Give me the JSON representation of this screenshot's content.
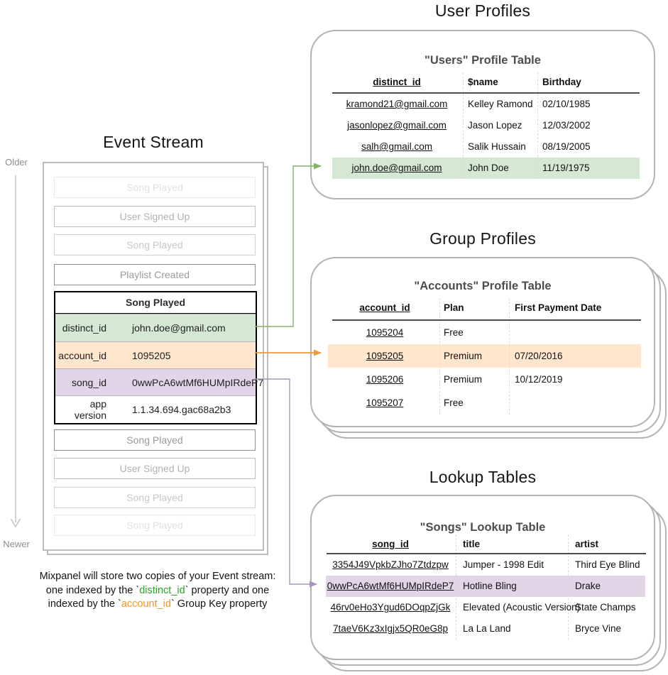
{
  "section_titles": {
    "event_stream": "Event Stream",
    "user_profiles": "User Profiles",
    "group_profiles": "Group Profiles",
    "lookup_tables": "Lookup Tables"
  },
  "timeline": {
    "older_label": "Older",
    "newer_label": "Newer"
  },
  "event_stream": {
    "items": [
      {
        "type": "simple",
        "label": "Song Played",
        "fade": 3
      },
      {
        "type": "simple",
        "label": "User Signed Up",
        "fade": 1
      },
      {
        "type": "simple",
        "label": "Song Played",
        "fade": 2
      },
      {
        "type": "simple",
        "label": "Playlist Created",
        "fade": 0
      },
      {
        "type": "expanded",
        "title": "Song Played",
        "properties": [
          {
            "key": "distinct_id",
            "value": "john.doe@gmail.com",
            "highlight": "green"
          },
          {
            "key": "account_id",
            "value": "1095205",
            "highlight": "orange"
          },
          {
            "key": "song_id",
            "value": "0wwPcA6wtMf6HUMpIRdeP7",
            "highlight": "purple"
          },
          {
            "key": "app version",
            "value": "1.1.34.694.gac68a2b3",
            "highlight": null
          }
        ]
      },
      {
        "type": "simple",
        "label": "Song Played",
        "fade": 0
      },
      {
        "type": "simple",
        "label": "User Signed Up",
        "fade": 1
      },
      {
        "type": "simple",
        "label": "Song Played",
        "fade": 2
      },
      {
        "type": "simple",
        "label": "Song Played",
        "fade": 3
      }
    ]
  },
  "caption": {
    "lines": [
      [
        {
          "text": "Mixpanel will store two copies of your Event stream:"
        }
      ],
      [
        {
          "text": "one indexed by the `"
        },
        {
          "text": "distinct_id",
          "color": "green"
        },
        {
          "text": "` property and one"
        }
      ],
      [
        {
          "text": "indexed by the `"
        },
        {
          "text": "account_id",
          "color": "orange"
        },
        {
          "text": "` Group Key property"
        }
      ]
    ]
  },
  "tables": {
    "users": {
      "card_title": "\"Users\" Profile Table",
      "headers": [
        "distinct_id",
        "$name",
        "Birthday"
      ],
      "rows": [
        [
          "kramond21@gmail.com",
          "Kelley Ramond",
          "02/10/1985"
        ],
        [
          "jasonlopez@gmail.com",
          "Jason Lopez",
          "12/03/2002"
        ],
        [
          "salh@gmail.com",
          "Salik Hussain",
          "08/19/2005"
        ],
        [
          "john.doe@gmail.com",
          "John Doe",
          "11/19/1975"
        ]
      ],
      "highlight_row": 3,
      "highlight_color": "green"
    },
    "accounts": {
      "card_title": "\"Accounts\" Profile Table",
      "headers": [
        "account_id",
        "Plan",
        "First Payment Date"
      ],
      "rows": [
        [
          "1095204",
          "Free",
          ""
        ],
        [
          "1095205",
          "Premium",
          "07/20/2016"
        ],
        [
          "1095206",
          "Premium",
          "10/12/2019"
        ],
        [
          "1095207",
          "Free",
          ""
        ]
      ],
      "highlight_row": 1,
      "highlight_color": "orange"
    },
    "songs": {
      "card_title": "\"Songs\" Lookup Table",
      "headers": [
        "song_id",
        "title",
        "artist"
      ],
      "rows": [
        [
          "3354J49VpkbZJho7Ztdzpw",
          "Jumper - 1998 Edit",
          "Third Eye Blind"
        ],
        [
          "0wwPcA6wtMf6HUMpIRdeP7",
          "Hotline Bling",
          "Drake"
        ],
        [
          "46rv0eHo3Ygud6DOqpZjGk",
          "Elevated (Acoustic Version)",
          "State Champs"
        ],
        [
          "7taeV6Kz3xIgjx5QR0eG8p",
          "La La Land",
          "Bryce Vine"
        ]
      ],
      "highlight_row": 1,
      "highlight_color": "purple"
    }
  },
  "colors": {
    "green_fill": "#d5e8d4",
    "green_line": "#82b366",
    "green_caption": "#2ca12c",
    "orange_fill": "#ffe6cc",
    "orange_line": "#e89b3c",
    "orange_caption": "#f7941d",
    "purple_fill": "#e1d5e7",
    "purple_line": "#a796b8",
    "timeline_gray": "#c2c2c2"
  }
}
